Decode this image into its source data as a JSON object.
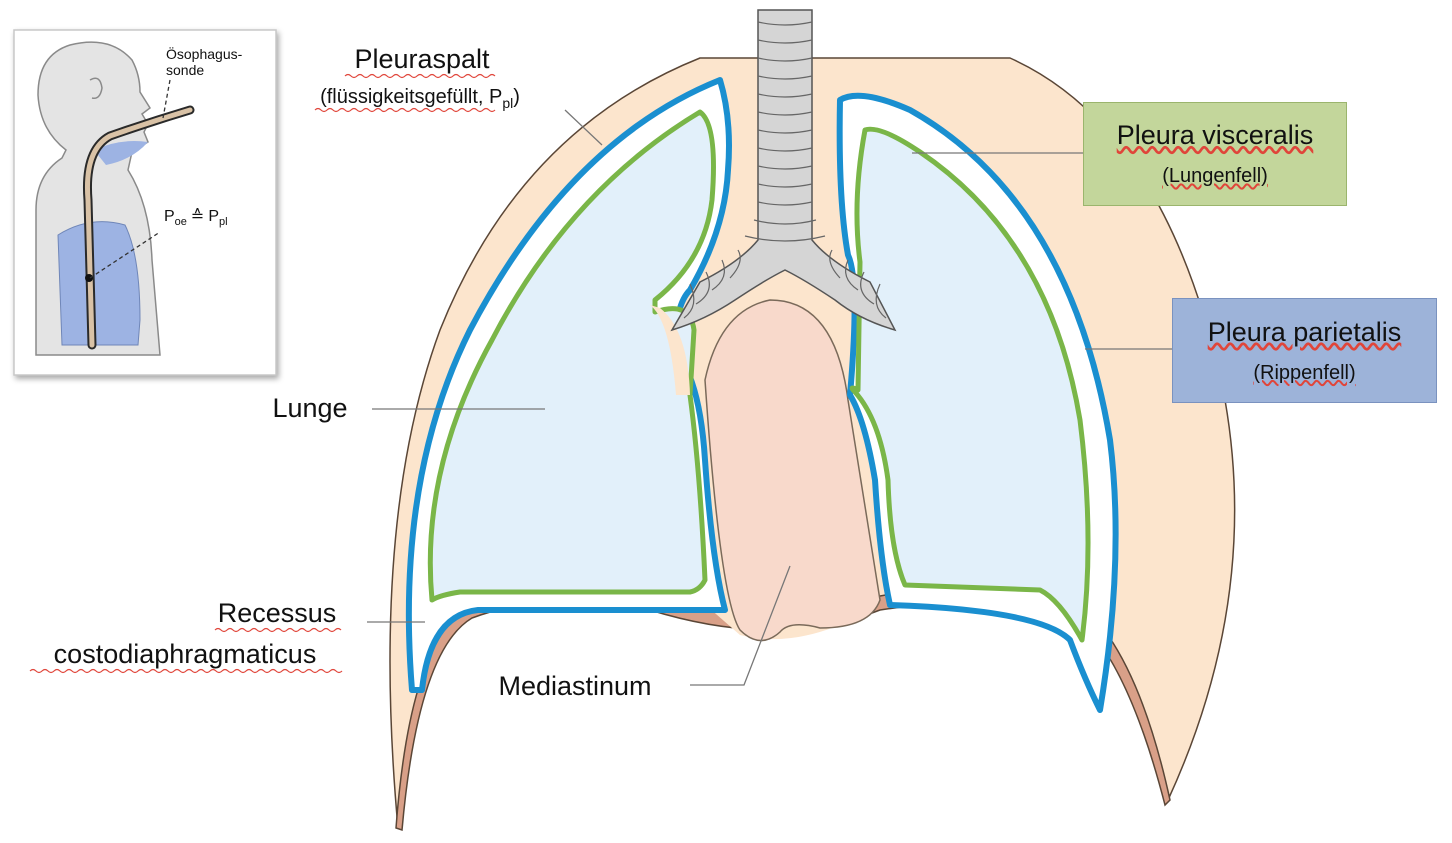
{
  "inset": {
    "probe_label_line1": "Ösophagus-",
    "probe_label_line2": "sonde",
    "formula_p": "P",
    "formula_oe": "oe",
    "formula_eq": "≙",
    "formula_pl": "pl"
  },
  "labels": {
    "pleuraspalt_title": "Pleuraspalt",
    "pleuraspalt_sub_prefix": "(flüssigkeitsgefüllt, P",
    "pleuraspalt_sub_subscript": "pl",
    "pleuraspalt_sub_suffix": ")",
    "lunge": "Lunge",
    "recessus_line1": "Recessus",
    "recessus_line2": "costodiaphragmaticus",
    "mediastinum": "Mediastinum"
  },
  "boxes": {
    "visceralis": {
      "title": "Pleura visceralis",
      "subtitle": "(Lungenfell)",
      "color": "#c3d69b"
    },
    "parietalis": {
      "title": "Pleura parietalis",
      "subtitle": "(Rippenfell)",
      "color": "#9db3d9"
    }
  },
  "colors": {
    "pleura_visceralis_line": "#7ab648",
    "pleura_parietalis_line": "#1a8fd0",
    "thorax_wall": "#fce5cd",
    "diaphragm": "#d9a088",
    "lung_fill": "#e2f0fa",
    "mediastinum_fill": "#f8d9cb",
    "trachea": "#d5d5d5"
  }
}
